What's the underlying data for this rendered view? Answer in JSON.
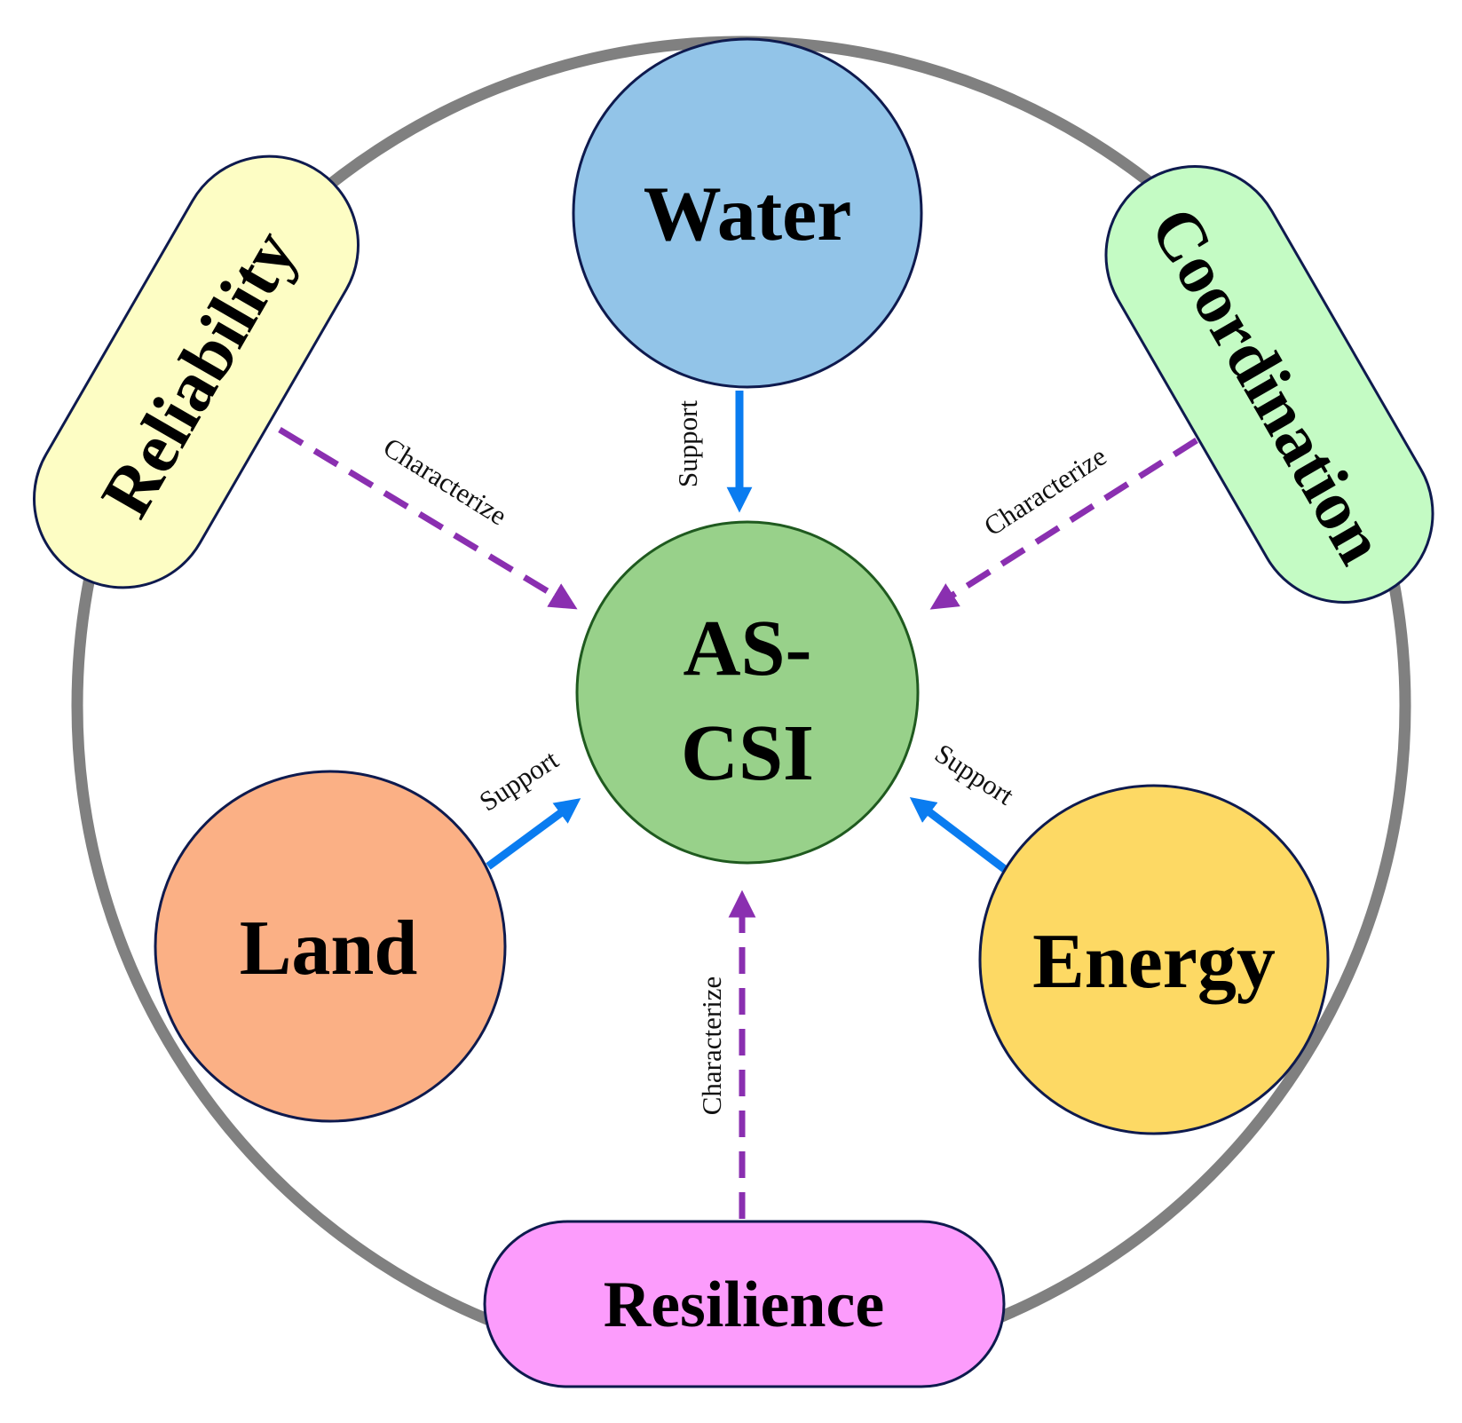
{
  "nodes": {
    "water": {
      "label": "Water",
      "fill": "#92c4e8"
    },
    "land": {
      "label": "Land",
      "fill": "#fbb085"
    },
    "energy": {
      "label": "Energy",
      "fill": "#fdd964"
    },
    "center": {
      "label_line1": "AS-",
      "label_line2": "CSI",
      "fill": "#98d18a"
    },
    "reliability": {
      "label": "Reliability",
      "fill": "#fdfdc4"
    },
    "coordination": {
      "label": "Coordination",
      "fill": "#c4fbc4"
    },
    "resilience": {
      "label": "Resilience",
      "fill": "#fc9cfc"
    }
  },
  "edges": {
    "water_support": "Support",
    "land_support": "Support",
    "energy_support": "Support",
    "reliability_characterize": "Characterize",
    "coordination_characterize": "Characterize",
    "resilience_characterize": "Characterize"
  },
  "colors": {
    "ring": "#808080",
    "support_arrow": "#0a7cf0",
    "characterize_arrow": "#8a2fb0",
    "node_stroke": "#0e1a4e",
    "center_stroke": "#1f5a1f"
  }
}
